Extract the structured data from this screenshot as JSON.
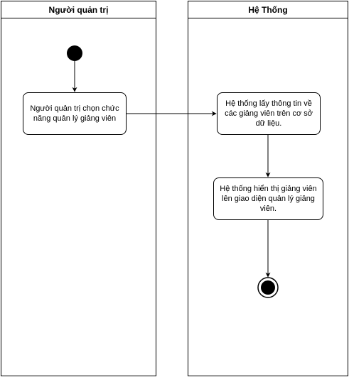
{
  "lanes": {
    "admin": {
      "title": "Người quản trị"
    },
    "system": {
      "title": "Hệ Thống"
    }
  },
  "actions": {
    "choose_function": "Người quản trị chọn chức năng quản lý giảng viên",
    "fetch_info": "Hệ thống lấy thông tin về các giảng viên trên cơ sở dữ liệu.",
    "display_info": "Hệ thống hiển thị giảng viên lên giao diện quản lý giảng viên."
  }
}
